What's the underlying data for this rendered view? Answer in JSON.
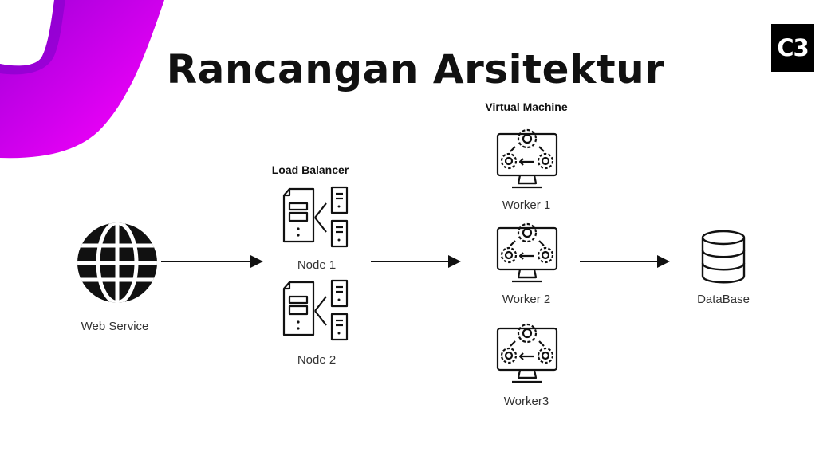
{
  "title": "Rancangan Arsitektur",
  "badge": "C3",
  "colors": {
    "accent_magenta": "#e100f0",
    "accent_purple": "#a000d8",
    "ink": "#111111"
  },
  "web_service": {
    "icon": "globe-icon",
    "label": "Web Service"
  },
  "load_balancer": {
    "heading": "Load Balancer",
    "nodes": [
      {
        "icon": "server-cluster-icon",
        "label": "Node 1"
      },
      {
        "icon": "server-cluster-icon",
        "label": "Node 2"
      }
    ]
  },
  "virtual_machine": {
    "heading": "Virtual Machine",
    "workers": [
      {
        "icon": "monitor-gears-icon",
        "label": "Worker 1"
      },
      {
        "icon": "monitor-gears-icon",
        "label": "Worker 2"
      },
      {
        "icon": "monitor-gears-icon",
        "label": "Worker3"
      }
    ]
  },
  "database": {
    "icon": "database-icon",
    "label": "DataBase"
  }
}
